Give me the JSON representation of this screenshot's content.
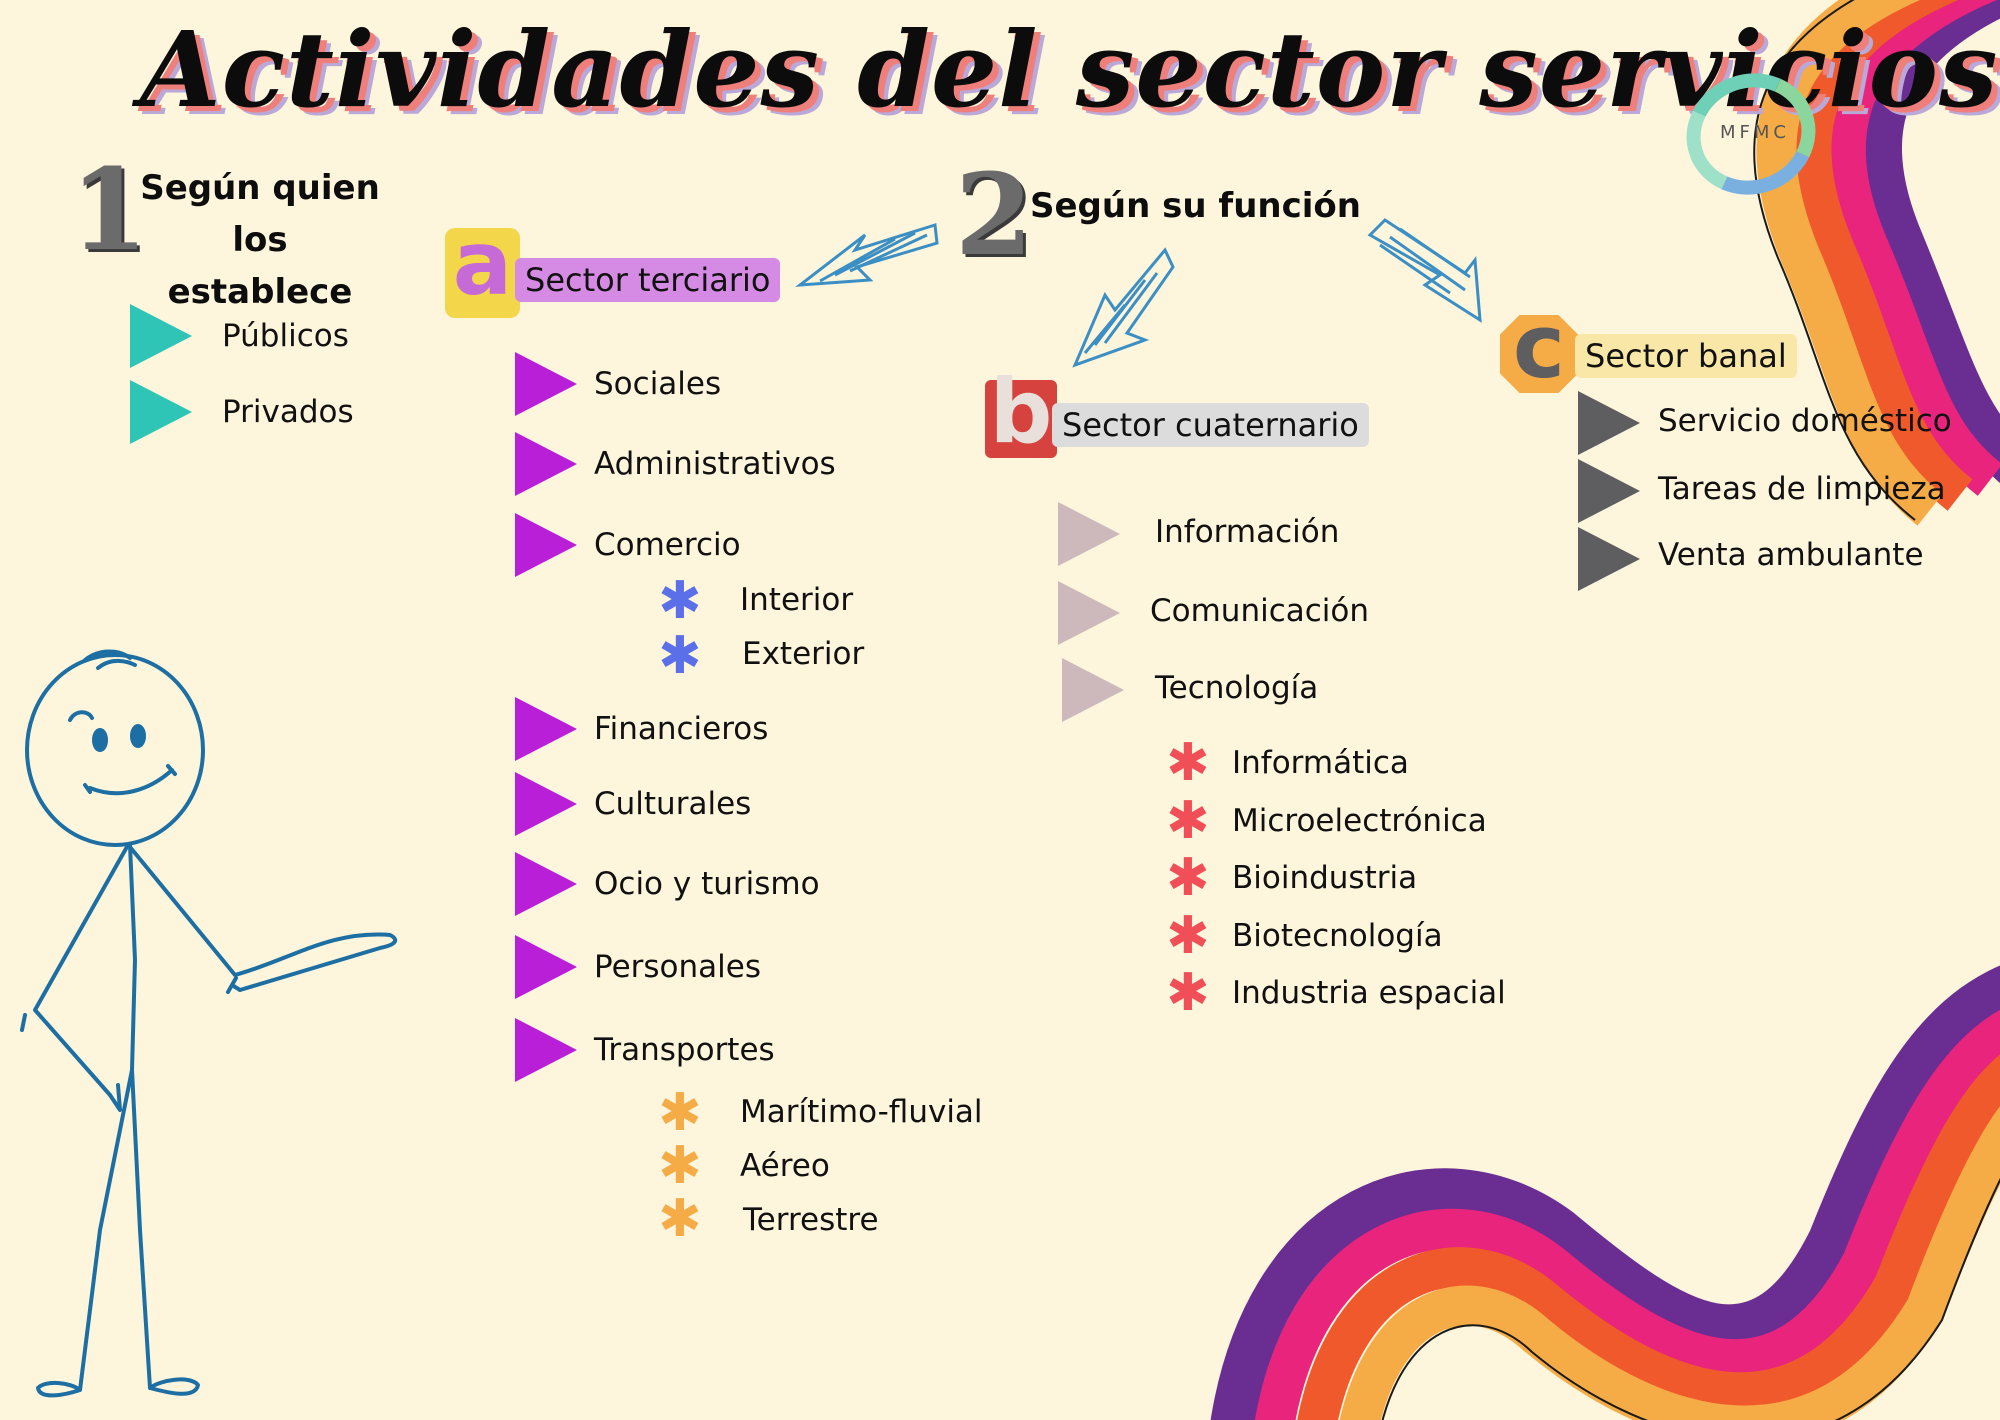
{
  "title": "Actividades del sector servicios",
  "logo": {
    "text": "MFMC"
  },
  "section1": {
    "number": "1",
    "heading_line1": "Según quien",
    "heading_line2": "los establece",
    "items": [
      "Públicos",
      "Privados"
    ]
  },
  "section2": {
    "number": "2",
    "heading": "Según su función"
  },
  "sector_a": {
    "letter": "a",
    "label": "Sector terciario",
    "items": [
      "Sociales",
      "Administrativos",
      "Comercio",
      "Financieros",
      "Culturales",
      "Ocio y turismo",
      "Personales",
      "Transportes"
    ],
    "comercio_sub": [
      "Interior",
      "Exterior"
    ],
    "transportes_sub": [
      "Marítimo-fluvial",
      "Aéreo",
      "Terrestre"
    ]
  },
  "sector_b": {
    "letter": "b",
    "label": "Sector cuaternario",
    "items": [
      "Información",
      "Comunicación",
      "Tecnología"
    ],
    "tecnologia_sub": [
      "Informática",
      "Microelectrónica",
      "Bioindustria",
      "Biotecnología",
      "Industria espacial"
    ]
  },
  "sector_c": {
    "letter": "c",
    "label": "Sector banal",
    "items": [
      "Servicio doméstico",
      "Tareas de limpieza",
      "Venta ambulante"
    ]
  },
  "colors": {
    "background": "#fdf5dc",
    "teal": "#2ec4b6",
    "magenta": "#b81fd6",
    "pink_gray": "#cdb9bb",
    "dark_gray": "#5e5e60",
    "blue_star": "#5b6fe8",
    "red_star": "#f04f57",
    "orange_star": "#f6ac46",
    "rainbow": [
      "#f6ac46",
      "#f0592b",
      "#e8247c",
      "#6a2d91"
    ],
    "stick_figure": "#1d6fa3"
  },
  "icons": [
    "triangle-bullet-icon",
    "asterisk-icon",
    "arrow-icon",
    "stick-figure-icon",
    "rainbow-ribbon-icon"
  ]
}
